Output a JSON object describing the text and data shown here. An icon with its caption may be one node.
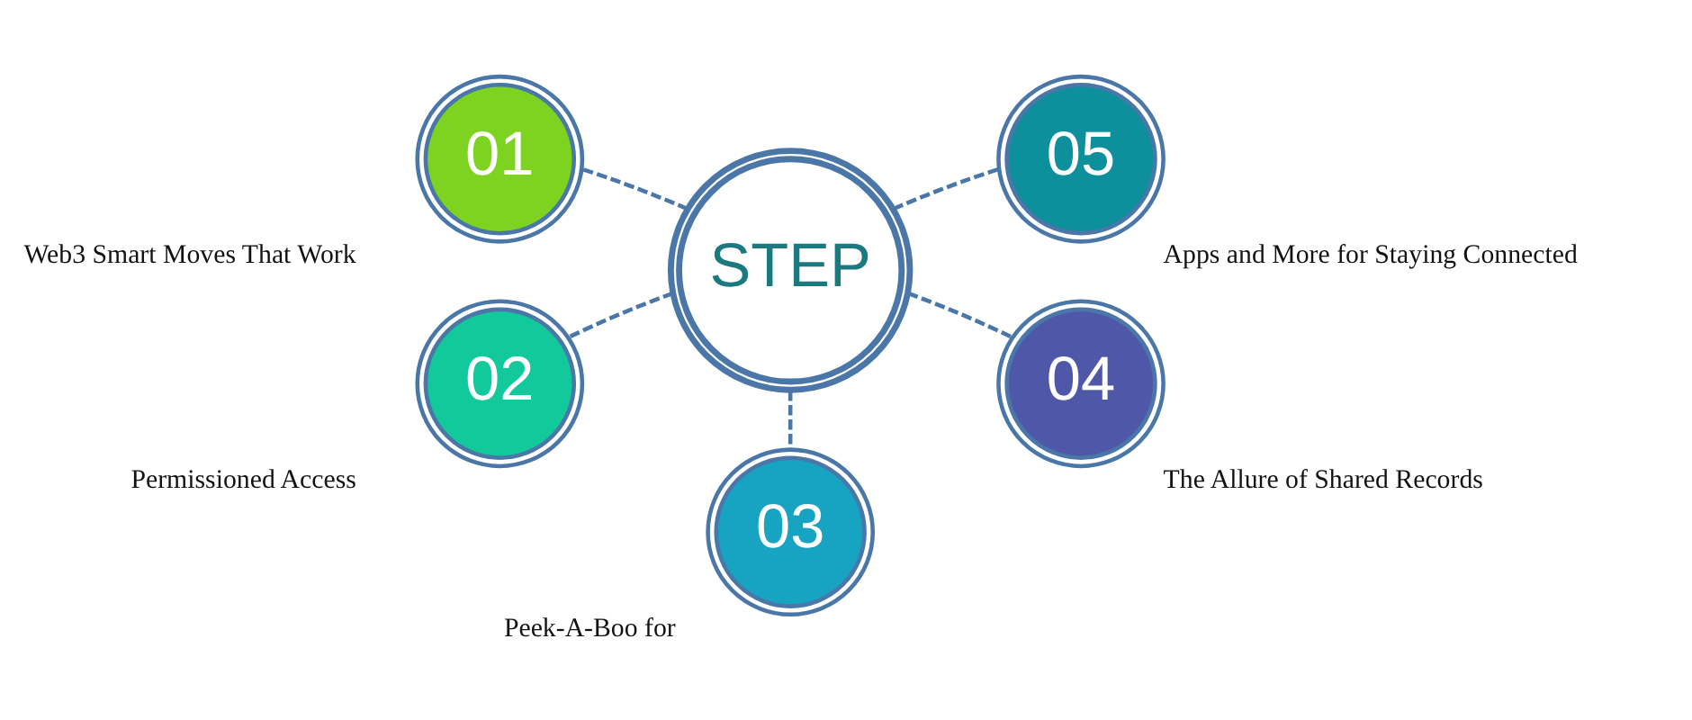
{
  "diagram": {
    "nodes": [
      {
        "text": [
          "STEP"
        ]
      },
      {
        "text": [
          "01"
        ],
        "beside": [
          "Web3 Smart Moves That Work"
        ]
      },
      {
        "text": [
          "02"
        ],
        "beside": [
          "Permissioned Access"
        ]
      },
      {
        "text": [
          "03"
        ],
        "beside": [
          "Peek-A-Boo for"
        ]
      },
      {
        "text": [
          "04"
        ],
        "beside": [
          "The Allure of Shared Records"
        ]
      },
      {
        "text": [
          "05"
        ],
        "beside": [
          "Apps and More for Staying Connected"
        ]
      }
    ],
    "edges": [
      {
        "from": 0,
        "to": 1,
        "arrow": "none",
        "style": "dashed"
      },
      {
        "from": 0,
        "to": 2,
        "arrow": "none",
        "style": "dashed"
      },
      {
        "from": 0,
        "to": 3,
        "arrow": "none",
        "style": "dashed"
      },
      {
        "from": 0,
        "to": 4,
        "arrow": "none",
        "style": "dashed"
      },
      {
        "from": 0,
        "to": 5,
        "arrow": "none",
        "style": "dashed"
      }
    ]
  }
}
